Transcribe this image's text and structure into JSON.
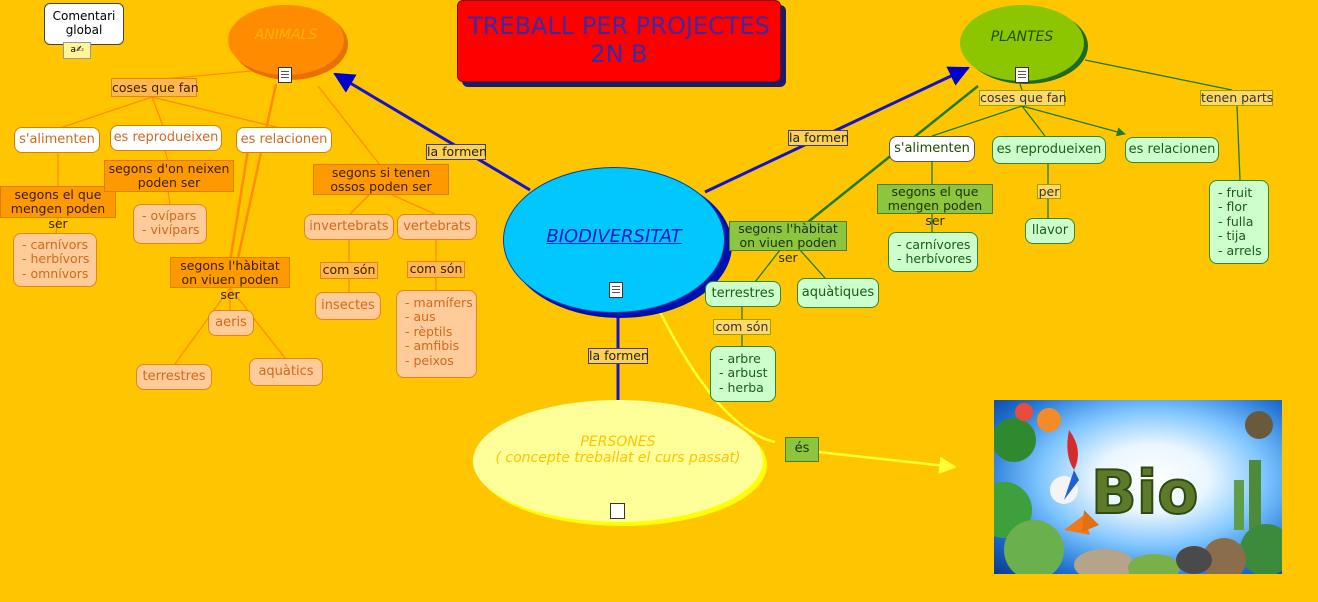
{
  "comment_box": {
    "label": "Comentari global"
  },
  "title": {
    "line1": "TREBALL PER PROJECTES",
    "line2": "2N B"
  },
  "center": {
    "label": "BIODIVERSITAT"
  },
  "connectors": {
    "la_formen": "la formen",
    "es": "és"
  },
  "animals": {
    "label": "ANIMALS",
    "coses_que_fan": "coses que fan",
    "salimenten": "s'alimenten",
    "es_reprodueixen": "es reprodueixen",
    "es_relacionen": "es relacionen",
    "segons_el_que": "segons el que mengen poden ser",
    "alimentacio_list": [
      "- carnívors",
      "- herbívors",
      "- omnívors"
    ],
    "segons_don_neixen": "segons d'on neixen poden ser",
    "neixen_list": [
      "- ovípars",
      "- vivípars"
    ],
    "segons_ossos": "segons si tenen ossos poden ser",
    "invertebrats": "invertebrats",
    "vertebrats": "vertebrats",
    "com_son": "com són",
    "insectes": "insectes",
    "vertebrats_list": [
      "- mamífers",
      "- aus",
      "- rèptils",
      "- amfibis",
      "- peixos"
    ],
    "segons_habitat": "segons l'hàbitat on viuen poden ser",
    "aeris": "aeris",
    "terrestres": "terrestres",
    "aquatics": "aquàtics"
  },
  "plantes": {
    "label": "PLANTES",
    "coses_que_fan": "coses que fan",
    "tenen_parts": "tenen parts",
    "salimenten": "s'alimenten",
    "es_reprodueixen": "es reprodueixen",
    "es_relacionen": "es relacionen",
    "segons_el_que": "segons el que mengen poden ser",
    "alimentacio_list": [
      "- carnívores",
      "- herbívores"
    ],
    "per": "per",
    "llavor": "llavor",
    "parts_list": [
      "- fruit",
      "- flor",
      "- fulla",
      "- tija",
      "- arrels"
    ],
    "segons_habitat": "segons l'hàbitat on viuen poden ser",
    "terrestres": "terrestres",
    "aquatiques": "aquàtiques",
    "com_son": "com són",
    "terrestres_list": [
      "- arbre",
      "- arbust",
      "- herba"
    ]
  },
  "persones": {
    "line1": "PERSONES",
    "line2": "( concepte treballat el curs passat)"
  },
  "bio_image": {
    "text": "Bio"
  }
}
